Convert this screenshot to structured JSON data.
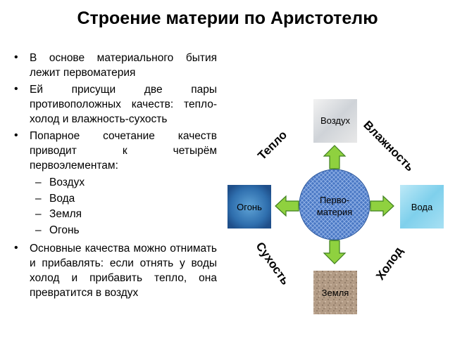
{
  "title": "Строение материи по Аристотелю",
  "bullets": [
    {
      "text": "В основе материального бытия лежит первоматерия"
    },
    {
      "text": "Ей присущи две пары противоположных качеств: тепло-холод и влажность-сухость"
    },
    {
      "text": "Попарное сочетание качеств приводит к четырём первоэлементам:"
    }
  ],
  "sub_items": [
    "Воздух",
    "Вода",
    "Земля",
    "Огонь"
  ],
  "last_bullet": "Основные качества можно отнимать и прибавлять: если отнять у воды холод и прибавить тепло, она превратится в воздух",
  "diagram": {
    "center_line1": "Перво-",
    "center_line2": "материя",
    "elements": {
      "air": "Воздух",
      "water": "Вода",
      "earth": "Земля",
      "fire": "Огонь"
    },
    "qualities": {
      "warmth": "Тепло",
      "moisture": "Влажность",
      "dryness": "Сухость",
      "cold": "Холод"
    },
    "colors": {
      "arrow": "#8fd13f",
      "arrow_border": "#3f7f1f",
      "center": "#3f6fbf"
    }
  }
}
